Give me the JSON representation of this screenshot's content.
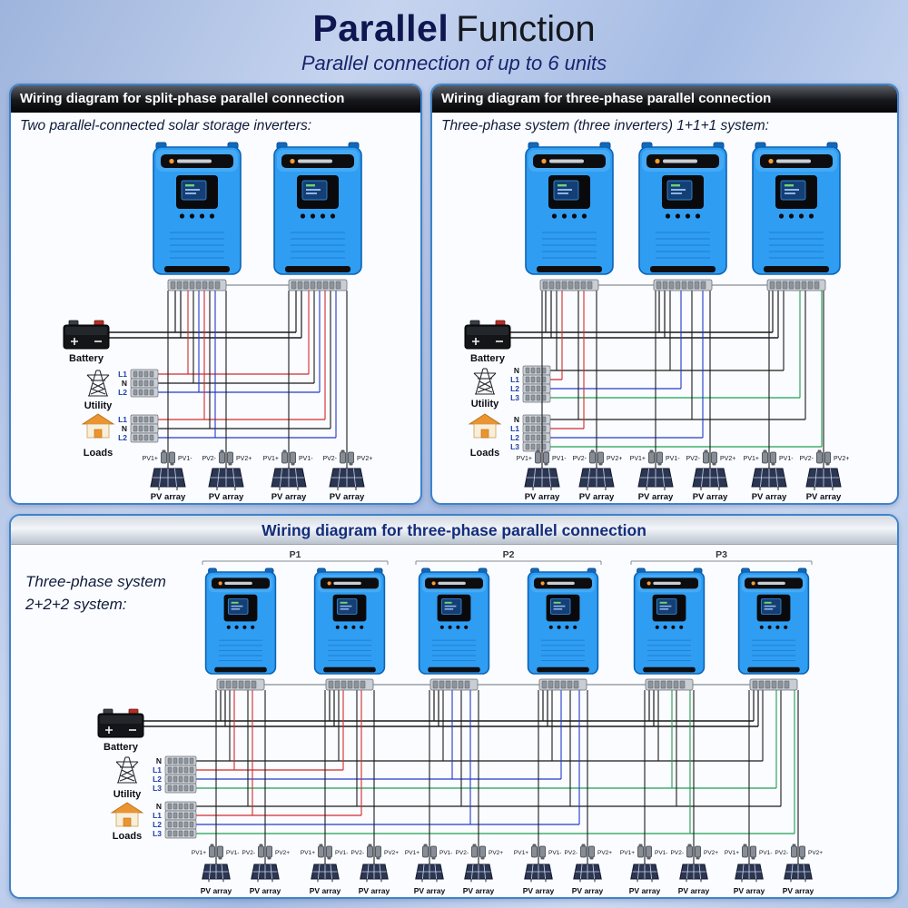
{
  "page": {
    "title_strong": "Parallel",
    "title_rest": "Function",
    "subtitle": "Parallel connection of up to 6 units"
  },
  "colors": {
    "wire_n": "#1a1a1a",
    "wire_l1": "#d42a2a",
    "wire_l2": "#2438c8",
    "wire_l3": "#1e9e50",
    "inverter_blue": "#2f9df2",
    "panel_border": "#3e83cc",
    "accent_navy": "#101650"
  },
  "icons": {
    "battery": "battery-icon",
    "utility": "utility-tower-icon",
    "loads": "house-loads-icon",
    "pv_array": "pv-array-icon",
    "pv_connector": "pv-connector-icon",
    "terminal_strip": "terminal-strip-icon",
    "inverter": "inverter-unit"
  },
  "panels": [
    {
      "header": "Wiring diagram for split-phase parallel connection",
      "note_lines": [
        "Two parallel-connected solar storage inverters:"
      ],
      "inverter_count": 2,
      "group_labels": [],
      "battery_label": "Battery",
      "utility_label": "Utility",
      "loads_label": "Loads",
      "utility_phases": [
        "L1",
        "N",
        "L2"
      ],
      "loads_phases": [
        "L1",
        "N",
        "L2"
      ],
      "utility_connect": [
        [
          0,
          1
        ],
        [
          0,
          1
        ],
        [
          0,
          1
        ]
      ],
      "loads_connect": [
        [
          0,
          1
        ],
        [
          0,
          1
        ],
        [
          0,
          1
        ]
      ],
      "pv_terminal_labels": [
        "PV1+",
        "PV1-",
        "PV2-",
        "PV2+"
      ],
      "pv_array_label": "PV array"
    },
    {
      "header": "Wiring diagram for three-phase parallel connection",
      "note_lines": [
        "Three-phase system (three inverters) 1+1+1 system:"
      ],
      "inverter_count": 3,
      "group_labels": [],
      "battery_label": "Battery",
      "utility_label": "Utility",
      "loads_label": "Loads",
      "utility_phases": [
        "N",
        "L1",
        "L2",
        "L3"
      ],
      "loads_phases": [
        "N",
        "L1",
        "L2",
        "L3"
      ],
      "utility_connect": [
        [
          0,
          1,
          2
        ],
        [
          0
        ],
        [
          1
        ],
        [
          2
        ]
      ],
      "loads_connect": [
        [
          0,
          1,
          2
        ],
        [
          0
        ],
        [
          1
        ],
        [
          2
        ]
      ],
      "pv_terminal_labels": [
        "PV1+",
        "PV1-",
        "PV2-",
        "PV2+"
      ],
      "pv_array_label": "PV array"
    },
    {
      "header": "Wiring diagram for three-phase parallel connection",
      "note_lines": [
        "Three-phase system",
        "2+2+2 system:"
      ],
      "inverter_count": 6,
      "group_labels": [
        "P1",
        "P2",
        "P3"
      ],
      "battery_label": "Battery",
      "utility_label": "Utility",
      "loads_label": "Loads",
      "utility_phases": [
        "N",
        "L1",
        "L2",
        "L3"
      ],
      "loads_phases": [
        "N",
        "L1",
        "L2",
        "L3"
      ],
      "utility_connect": [
        [
          0,
          1,
          2,
          3,
          4,
          5
        ],
        [
          0,
          1
        ],
        [
          2,
          3
        ],
        [
          4,
          5
        ]
      ],
      "loads_connect": [
        [
          0,
          1,
          2,
          3,
          4,
          5
        ],
        [
          0,
          1
        ],
        [
          2,
          3
        ],
        [
          4,
          5
        ]
      ],
      "pv_terminal_labels": [
        "PV1+",
        "PV1-",
        "PV2-",
        "PV2+"
      ],
      "pv_array_label": "PV array"
    }
  ]
}
